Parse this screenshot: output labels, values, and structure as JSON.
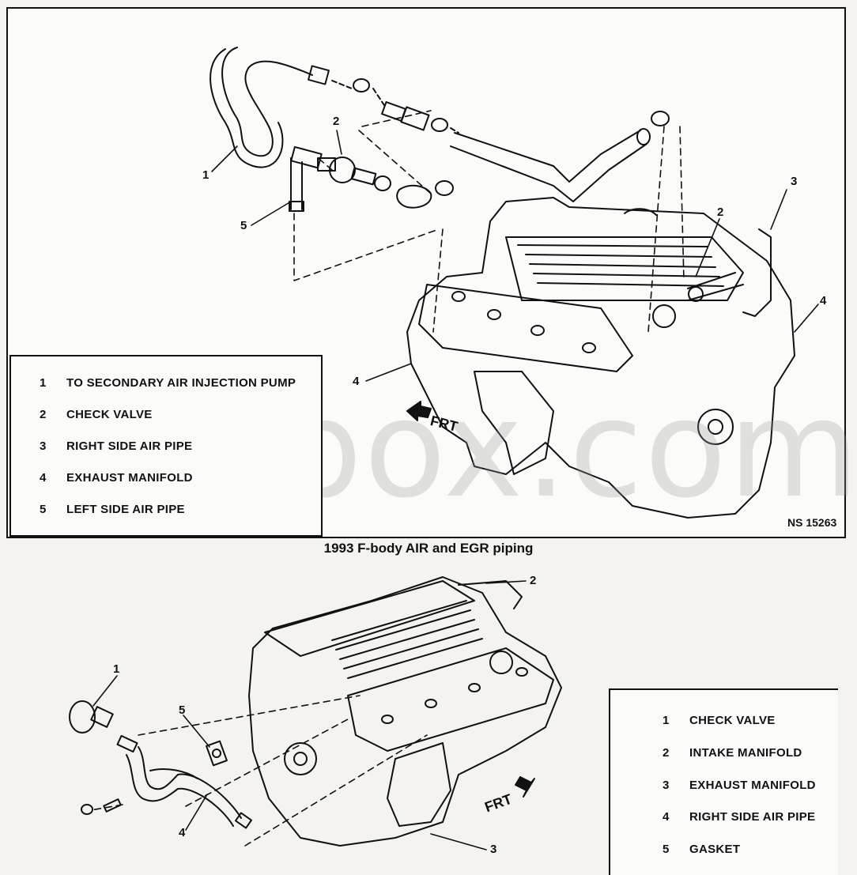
{
  "figure1": {
    "legend": [
      {
        "num": "1",
        "label": "TO SECONDARY AIR INJECTION PUMP"
      },
      {
        "num": "2",
        "label": "CHECK VALVE"
      },
      {
        "num": "3",
        "label": "RIGHT SIDE AIR PIPE"
      },
      {
        "num": "4",
        "label": "EXHAUST MANIFOLD"
      },
      {
        "num": "5",
        "label": "LEFT SIDE AIR PIPE"
      }
    ],
    "callouts": [
      "1",
      "2",
      "5",
      "3",
      "2",
      "4",
      "4"
    ],
    "front_label": "FRT",
    "code": "NS 15263"
  },
  "caption": "1993 F-body AIR and EGR piping",
  "figure2": {
    "legend": [
      {
        "num": "1",
        "label": "CHECK VALVE"
      },
      {
        "num": "2",
        "label": "INTAKE MANIFOLD"
      },
      {
        "num": "3",
        "label": "EXHAUST MANIFOLD"
      },
      {
        "num": "4",
        "label": "RIGHT SIDE AIR PIPE"
      },
      {
        "num": "5",
        "label": "GASKET"
      }
    ],
    "callouts": [
      "1",
      "5",
      "4",
      "2",
      "3"
    ],
    "front_label": "FRT"
  },
  "watermark": "shbox.com"
}
